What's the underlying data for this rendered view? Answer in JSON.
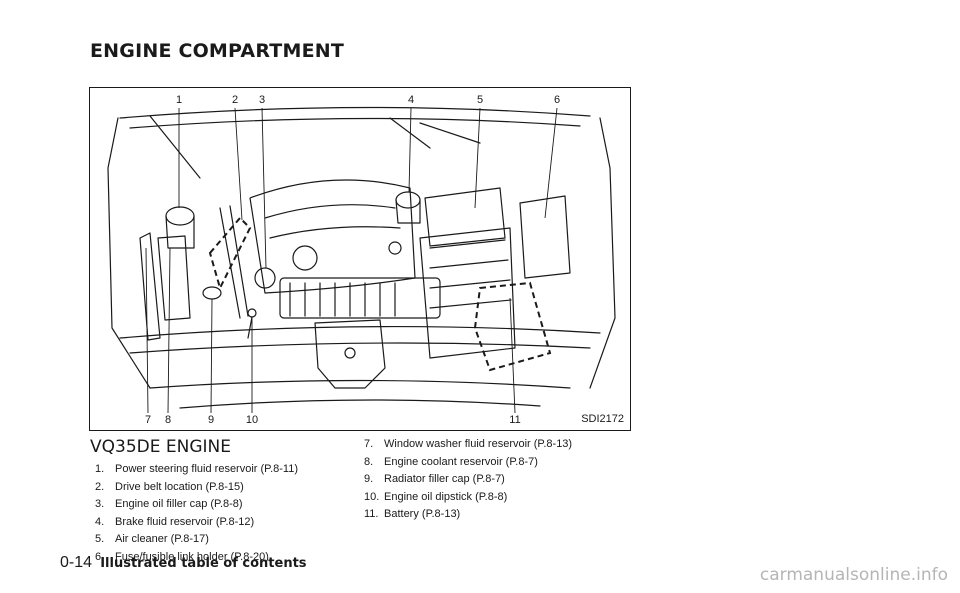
{
  "section_title": "ENGINE COMPARTMENT",
  "figure": {
    "code": "SDI2172",
    "callouts_top": [
      "1",
      "2",
      "3",
      "4",
      "5",
      "6"
    ],
    "callouts_bottom": [
      "7",
      "8",
      "9",
      "10",
      "11"
    ]
  },
  "engine_title": "VQ35DE ENGINE",
  "legend": [
    {
      "num": "1.",
      "text": "Power steering fluid reservoir (P.8-11)"
    },
    {
      "num": "2.",
      "text": "Drive belt location (P.8-15)"
    },
    {
      "num": "3.",
      "text": "Engine oil filler cap (P.8-8)"
    },
    {
      "num": "4.",
      "text": "Brake fluid reservoir (P.8-12)"
    },
    {
      "num": "5.",
      "text": "Air cleaner (P.8-17)"
    },
    {
      "num": "6.",
      "text": "Fuse/fusible link holder (P.8-20)"
    },
    {
      "num": "7.",
      "text": "Window washer fluid reservoir (P.8-13)"
    },
    {
      "num": "8.",
      "text": "Engine coolant reservoir (P.8-7)"
    },
    {
      "num": "9.",
      "text": "Radiator filler cap (P.8-7)"
    },
    {
      "num": "10.",
      "text": "Engine oil dipstick (P.8-8)"
    },
    {
      "num": "11.",
      "text": "Battery (P.8-13)"
    }
  ],
  "footer": {
    "page_number": "0-14",
    "title": "Illustrated table of contents"
  },
  "watermark": "carmanualsonline.info"
}
